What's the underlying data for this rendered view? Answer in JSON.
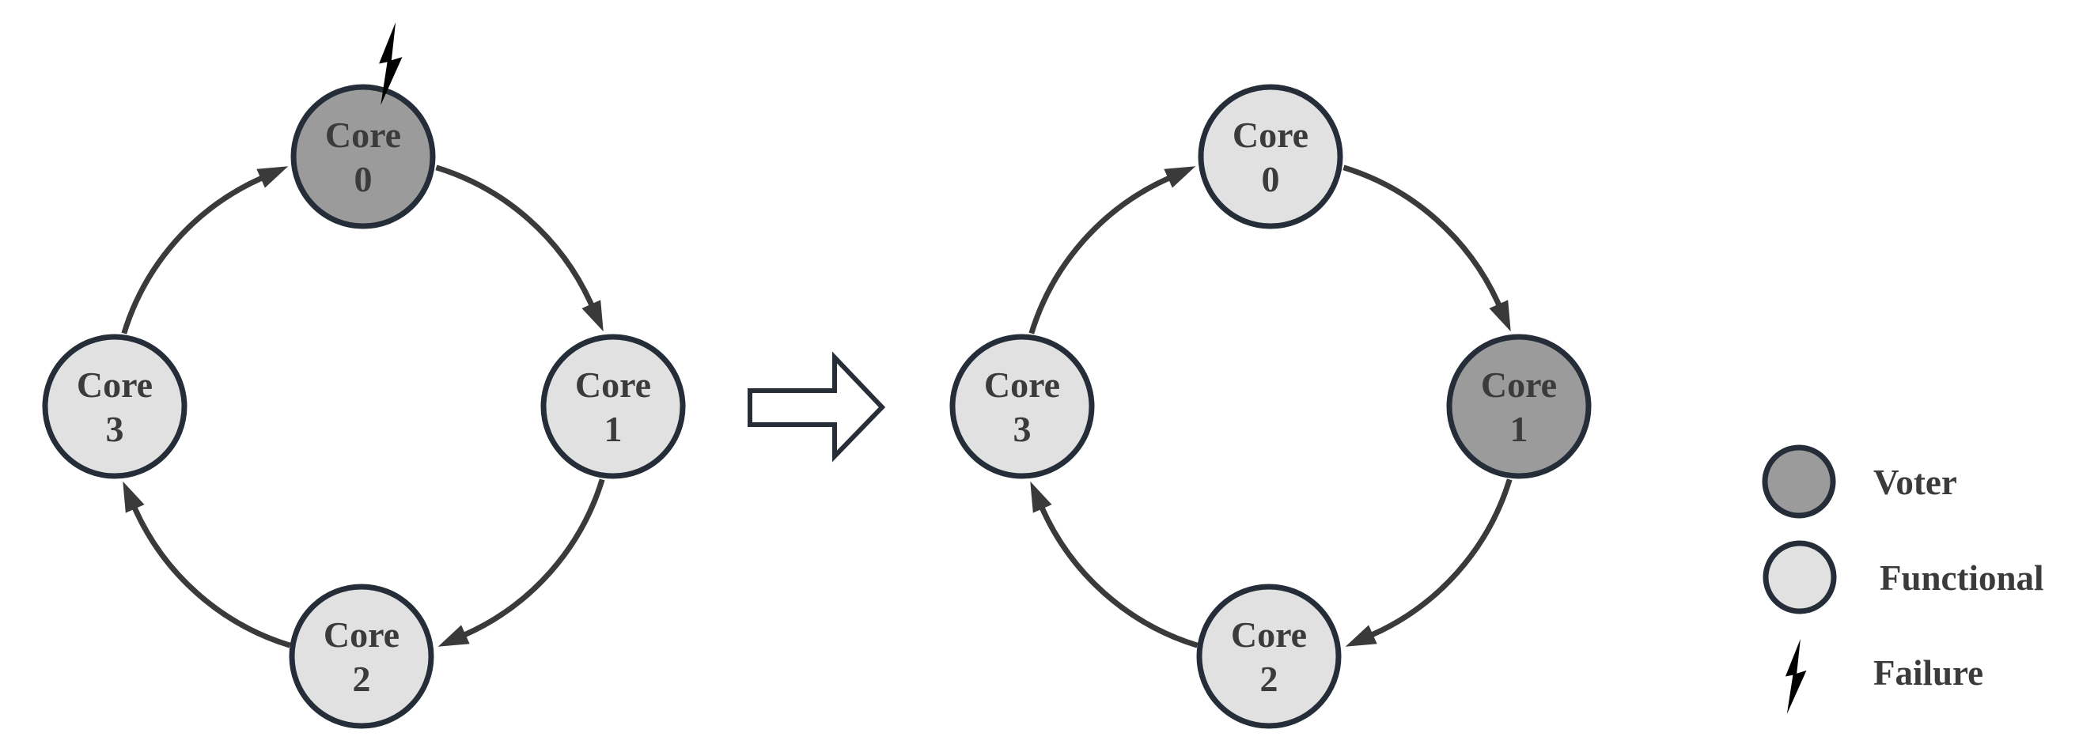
{
  "figure": {
    "description": "Ring of four cores; after failure of the voter core, the voter role moves to the next core",
    "before": {
      "name": "ring-before-failure",
      "nodes": [
        {
          "label": "Core",
          "number": "0",
          "role": "voter",
          "failed": true
        },
        {
          "label": "Core",
          "number": "1",
          "role": "functional",
          "failed": false
        },
        {
          "label": "Core",
          "number": "2",
          "role": "functional",
          "failed": false
        },
        {
          "label": "Core",
          "number": "3",
          "role": "functional",
          "failed": false
        }
      ]
    },
    "after": {
      "name": "ring-after-failure",
      "nodes": [
        {
          "label": "Core",
          "number": "0",
          "role": "functional",
          "failed": false
        },
        {
          "label": "Core",
          "number": "1",
          "role": "voter",
          "failed": false
        },
        {
          "label": "Core",
          "number": "2",
          "role": "functional",
          "failed": false
        },
        {
          "label": "Core",
          "number": "3",
          "role": "functional",
          "failed": false
        }
      ]
    },
    "edges": [
      "0-1",
      "1-2",
      "2-3",
      "3-0"
    ]
  },
  "legend": {
    "voter_label": "Voter",
    "functional_label": "Functional",
    "failure_label": "Failure"
  },
  "colors": {
    "voter_fill": "#9b9b9b",
    "functional_fill": "#e1e1e1",
    "node_border": "#252d38",
    "edge": "#3a3a3a",
    "text": "#3b3b3b",
    "bolt": "#000000",
    "transform_arrow_stroke": "#272e38",
    "background": "#ffffff"
  }
}
